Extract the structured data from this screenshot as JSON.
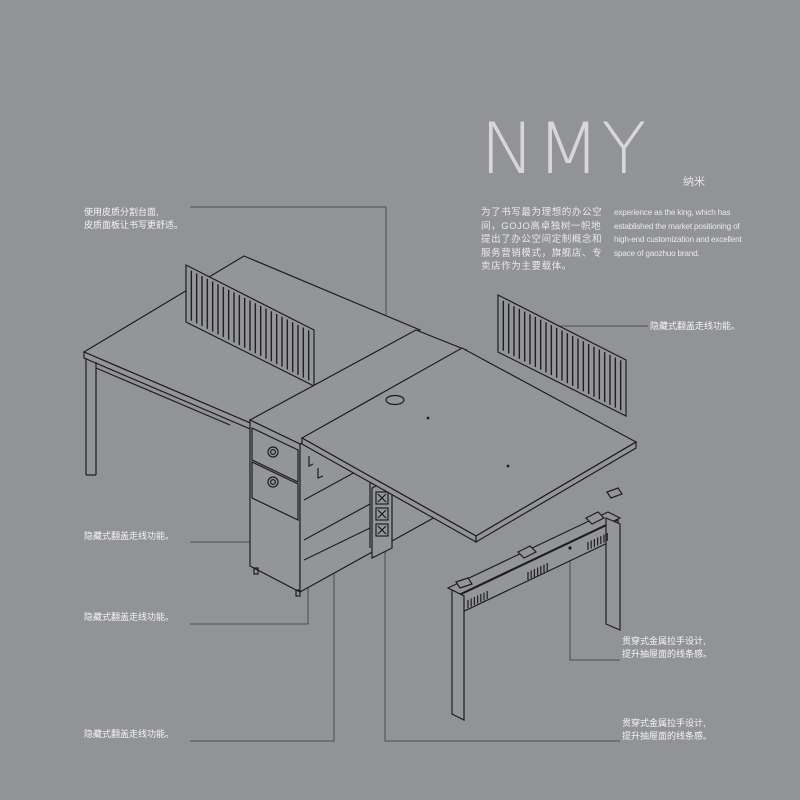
{
  "brand": {
    "name": "NMY",
    "subtitle": "纳米"
  },
  "intro": {
    "cn": "为了书写最为理想的办公空间，GOJO高卓独树一帜地提出了办公空间定制概念和服务营销模式，旗舰店、专卖店作为主要载体。",
    "en": "experience as the king, which has established the market positioning of high-end customization and excellent space of gaozhuo brand."
  },
  "callouts": [
    {
      "lines": [
        "使用皮质分割台面,",
        "皮质面板让书写更舒适。"
      ]
    },
    {
      "lines": [
        "隐藏式翻盖走线功能。"
      ]
    },
    {
      "lines": [
        "隐藏式翻盖走线功能。"
      ]
    },
    {
      "lines": [
        "隐藏式翻盖走线功能。"
      ]
    },
    {
      "lines": [
        "隐藏式翻盖走线功能。"
      ]
    },
    {
      "lines": [
        "贯穿式金属拉手设计,",
        "提升抽屉面的线条感。"
      ]
    },
    {
      "lines": [
        "贯穿式金属拉手设计,",
        "提升抽屉面的线条感。"
      ]
    }
  ],
  "colors": {
    "background": "#929396",
    "line": "#1e1e1e",
    "text": "#f4f4f5",
    "brand": "#d7d7d9"
  }
}
